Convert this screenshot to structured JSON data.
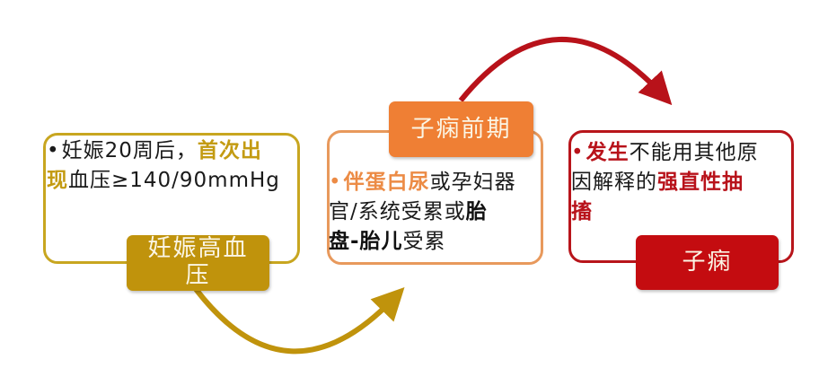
{
  "colors": {
    "gold": "#c0930c",
    "gold_border": "#c8a620",
    "orange": "#ef7f34",
    "orange_border": "#e8995c",
    "red": "#c40c10",
    "red_border": "#b8151b",
    "text": "#1a1a1a"
  },
  "stages": [
    {
      "label": "妊娠高血压",
      "label_line1": "妊娠高血",
      "label_line2": "压",
      "bullet": "•",
      "desc_parts": {
        "p1": "妊娠20周后，",
        "p2_highlight": "首次出现",
        "p3": "血压≥140/90mmHg"
      },
      "desc_line1_plain": "妊娠20周后，",
      "desc_line1_hl": "首次出",
      "desc_line2_hl": "现",
      "desc_line2_plain": "血压≥140/90mmHg"
    },
    {
      "label": "子痫前期",
      "bullet": "•",
      "desc_line1_hl": "伴蛋白尿",
      "desc_line1_plain": "或孕妇器",
      "desc_line2_plain": "官/系统受累或",
      "desc_line2_bold": "胎",
      "desc_line3_bold": "盘-胎儿",
      "desc_line3_plain": "受累"
    },
    {
      "label": "子痫",
      "bullet": "•",
      "desc_line1_hl": "发生",
      "desc_line1_plain": "不能用其他原",
      "desc_line2_plain": "因解释的",
      "desc_line2_hl": "强直性抽",
      "desc_line3_hl": "搐"
    }
  ],
  "arrows": [
    {
      "from": "妊娠高血压",
      "to": "子痫前期",
      "color": "#c0930c"
    },
    {
      "from": "子痫前期",
      "to": "子痫",
      "color": "#b8121a"
    }
  ]
}
